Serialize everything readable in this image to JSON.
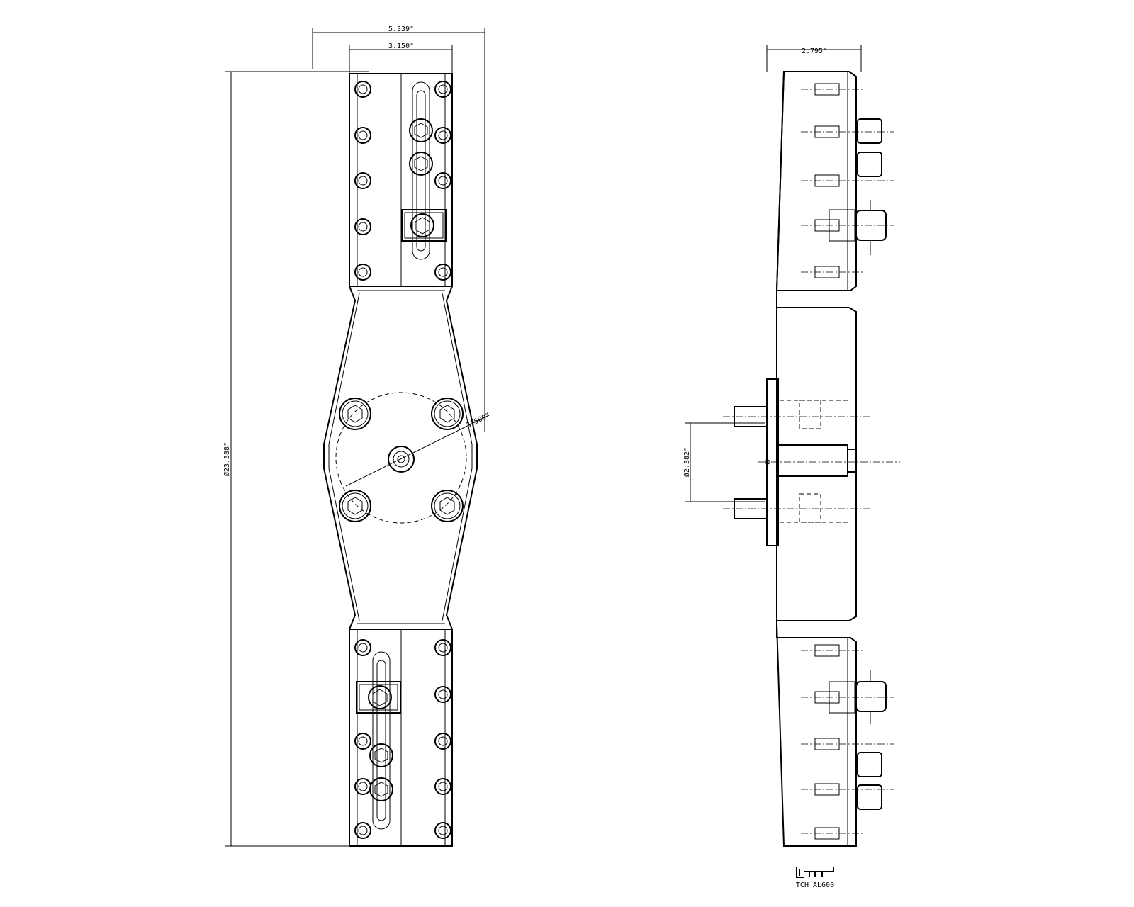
{
  "front_view": {
    "dim_overall_width": "5.339\"",
    "dim_inner_width": "3.150\"",
    "dim_overall_length": "Ø23.388\"",
    "dim_bolt_circle": "3.500\""
  },
  "side_view": {
    "dim_thickness": "2.795\"",
    "dim_pin_spacing": "Ø2.382\""
  },
  "title_block": {
    "part_number": "TCH AL600"
  }
}
